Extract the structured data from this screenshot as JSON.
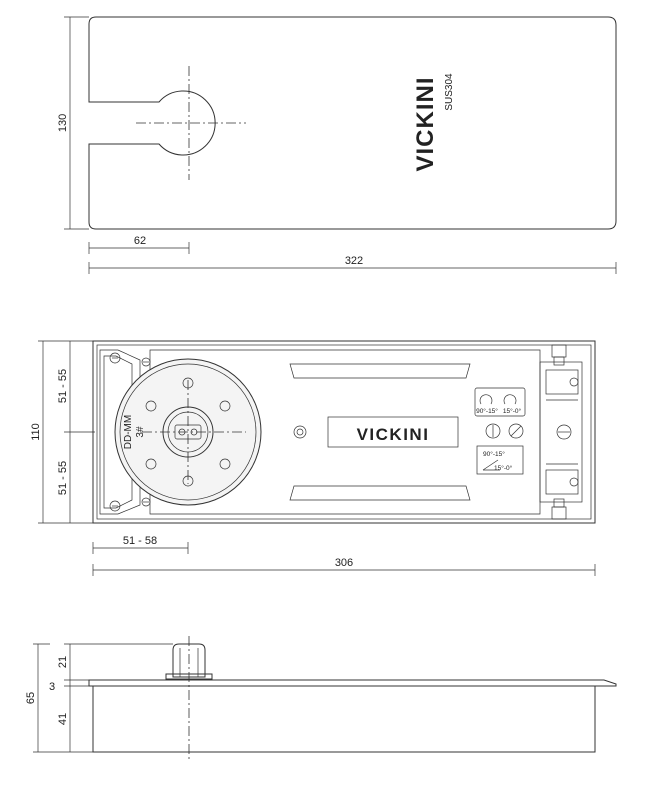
{
  "brand": {
    "name": "VICKINI",
    "material": "SUS304"
  },
  "top_view": {
    "dim_height": "130",
    "dim_slot": "62",
    "dim_length": "322"
  },
  "mid_view": {
    "dim_height": "110",
    "dim_upper": "51 - 55",
    "dim_lower": "51 - 55",
    "dim_offset": "51 - 58",
    "dim_length": "306",
    "spindle_label_1": "DD-MM",
    "spindle_label_2": "3#",
    "valve_label_left": "90°-15°",
    "valve_label_right": "15°-0°",
    "indicator_label_top": "90°-15°",
    "indicator_label_bottom": "15°-0°"
  },
  "side_view": {
    "dim_total": "65",
    "dim_top": "21",
    "dim_plate": "3",
    "dim_bottom": "41"
  }
}
